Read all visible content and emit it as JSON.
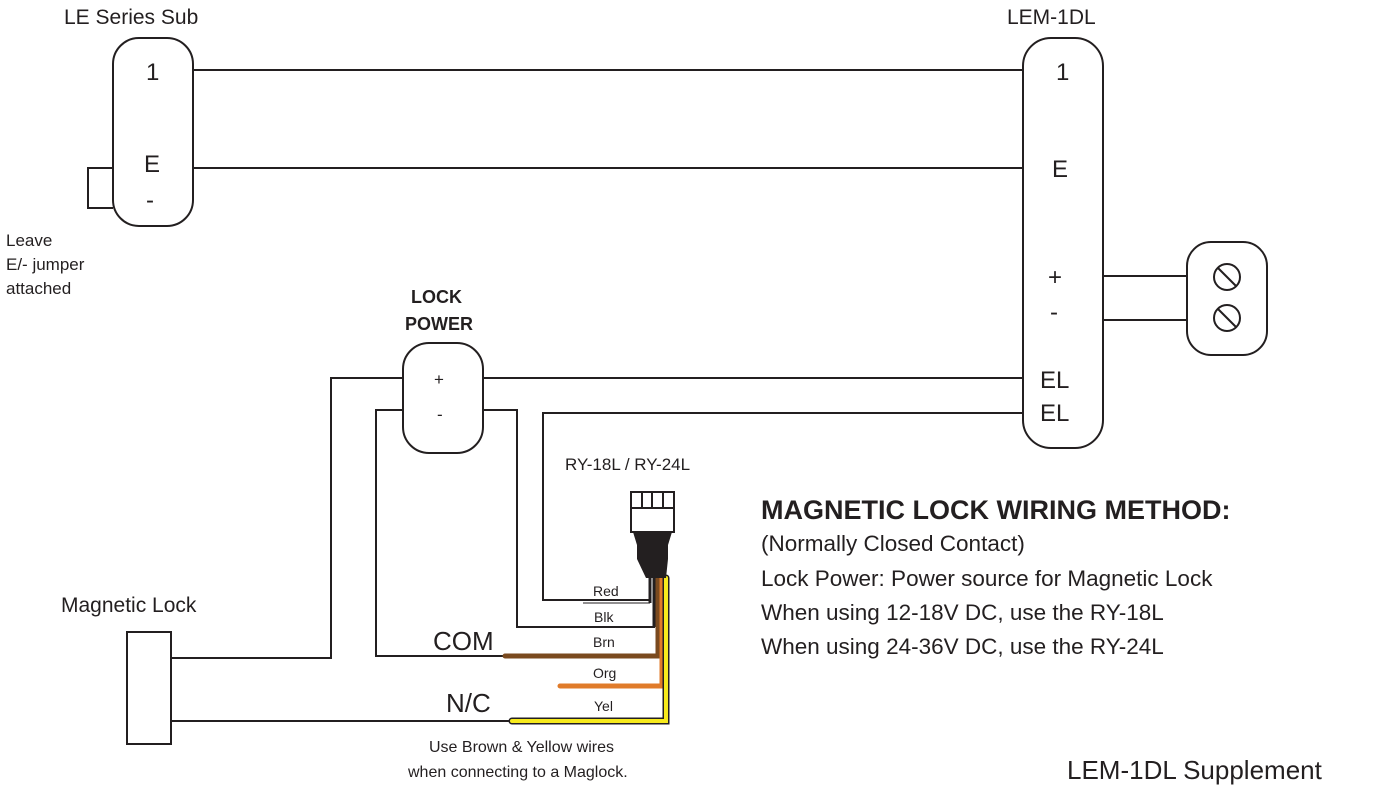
{
  "le_sub": {
    "title": "LE Series Sub",
    "pins": [
      "1",
      "E",
      "-"
    ],
    "jumper_note": [
      "Leave",
      "E/- jumper",
      "attached"
    ]
  },
  "lem": {
    "title": "LEM-1DL",
    "pins": [
      "1",
      "E",
      "+",
      "-",
      "EL",
      "EL"
    ]
  },
  "lock_power": {
    "title": [
      "LOCK",
      "POWER"
    ],
    "pins": [
      "+",
      "-"
    ]
  },
  "relay": {
    "title": "RY-18L / RY-24L",
    "wires": [
      {
        "label": "Red",
        "color": "#231f20"
      },
      {
        "label": "Blk",
        "color": "#231f20"
      },
      {
        "label": "Brn",
        "color": "#7a4a1f"
      },
      {
        "label": "Org",
        "color": "#e07b2a"
      },
      {
        "label": "Yel",
        "color": "#f7ea1c"
      }
    ],
    "com_label": "COM",
    "nc_label": "N/C",
    "note": [
      "Use Brown & Yellow wires",
      "when connecting to a Maglock."
    ]
  },
  "maglock": {
    "title": "Magnetic Lock"
  },
  "info": {
    "heading": "MAGNETIC LOCK WIRING METHOD:",
    "lines": [
      "(Normally Closed Contact)",
      "Lock Power: Power source for Magnetic Lock",
      "When using 12-18V DC, use the RY-18L",
      "When using 24-36V DC, use the RY-24L"
    ]
  },
  "footer": "LEM-1DL Supplement",
  "colors": {
    "line": "#231f20",
    "brown": "#7a4a1f",
    "orange": "#e07b2a",
    "yellow": "#f7ea1c"
  }
}
